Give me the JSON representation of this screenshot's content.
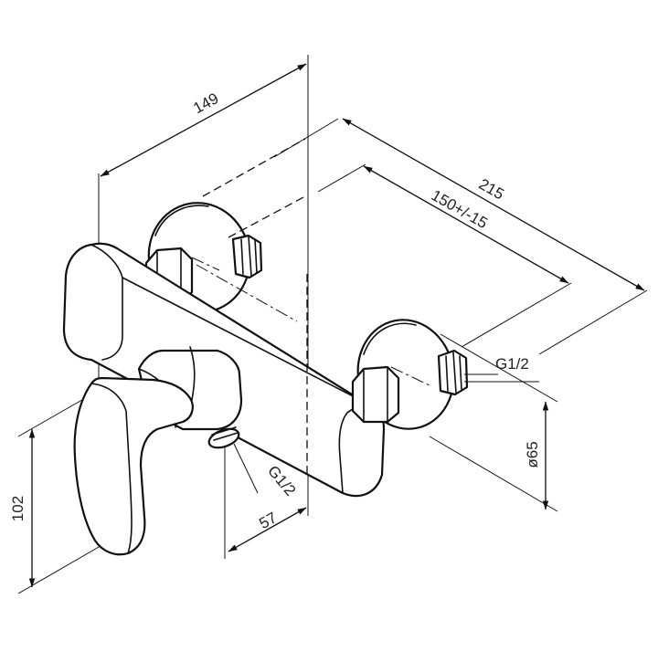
{
  "dimensions": {
    "overall_width": "149",
    "total_depth": "215",
    "center_distance": "150+/-15",
    "outlet_thread": "G1/2",
    "inlet_thread": "G1/2",
    "flange_diameter": "ø65",
    "height": "102",
    "outlet_offset": "57"
  },
  "colors": {
    "line": "#111111",
    "background": "#ffffff"
  }
}
